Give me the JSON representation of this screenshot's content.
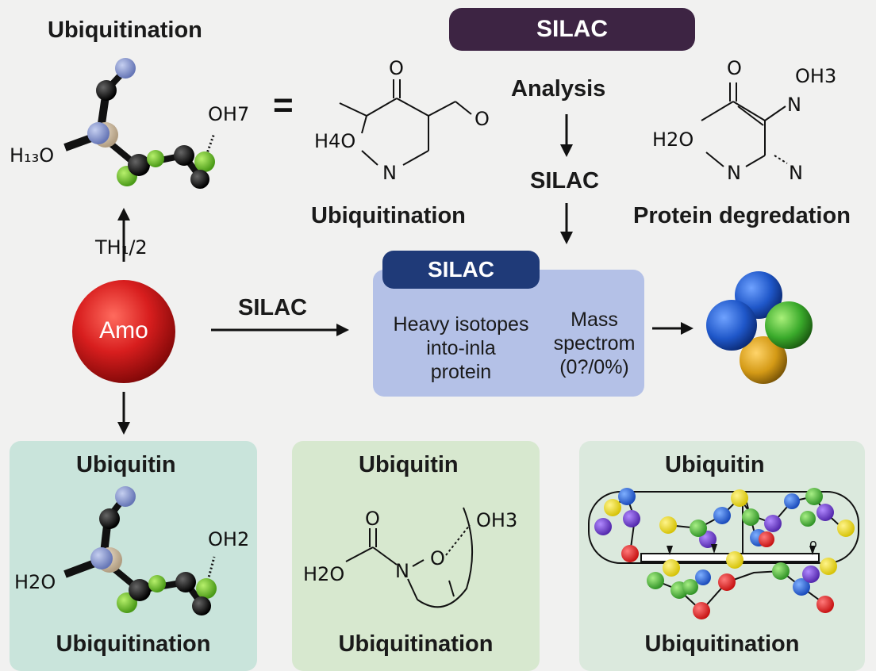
{
  "top": {
    "silac_pill": "SILAC",
    "ubiquitination_title": "Ubiquitination",
    "equals": "=",
    "left_molecule": {
      "oh": "OH7",
      "h3o": "H₁₃O"
    },
    "middle_ring": {
      "o_top": "O",
      "o_right": "O",
      "h4o": "H4O",
      "n": "N",
      "caption": "Ubiquitination"
    },
    "analysis": "Analysis",
    "silac_mid": "SILAC",
    "right_ring": {
      "o_top": "O",
      "oh3": "OH3",
      "n_right": "N",
      "h2o": "H2O",
      "n_bottom": "N",
      "n_far": "N",
      "caption": "Protein degredation"
    },
    "th_label": "TH₁/2"
  },
  "middle": {
    "amo_label": "Amo",
    "arrow_label": "SILAC",
    "box_pill": "SILAC",
    "box_left_text": [
      "Heavy isotopes",
      "into-inla",
      "protein"
    ],
    "box_right_text": [
      "Mass",
      "spectrom",
      "(0?/0%)"
    ]
  },
  "bottom": {
    "panels": [
      {
        "title": "Ubiquitin",
        "caption": "Ubiquitination",
        "oh": "OH2",
        "h2o": "H2O",
        "color": "#c9e4db"
      },
      {
        "title": "Ubiquitin",
        "caption": "Ubiquitination",
        "o": "O",
        "oh3": "OH3",
        "h2o": "H2O",
        "n": "N",
        "o2": "O",
        "color": "#d7e8cf"
      },
      {
        "title": "Ubiquitin",
        "caption": "Ubiquitination",
        "small_o": "o",
        "color": "#dbe9dd"
      }
    ]
  },
  "colors": {
    "pill_dark": "#3d2443",
    "pill_navy": "#1f3a78",
    "mass_box": "#b4c1e7",
    "red_sphere": "#d81e1e",
    "blue": "#1f57c9",
    "green": "#5bb82d",
    "gold": "#d49a16"
  }
}
